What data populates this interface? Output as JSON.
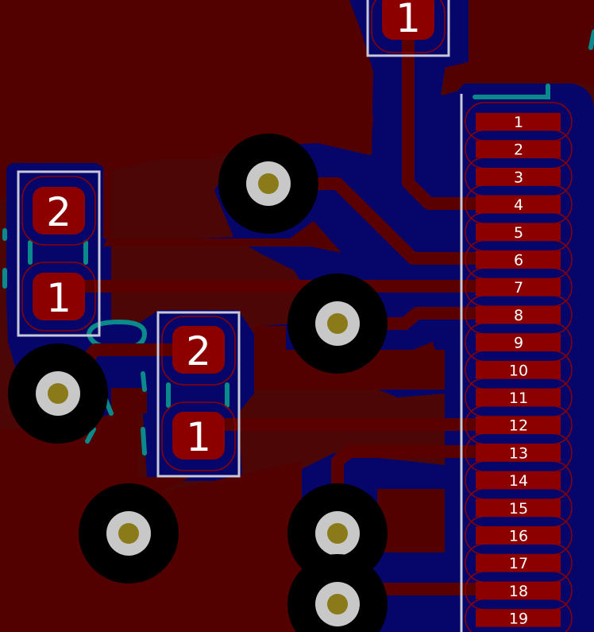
{
  "colors": {
    "background": "#4a0505",
    "copper_pour": "#520000",
    "clearance": "#06066a",
    "track": "#5a0000",
    "pad": "#8c0000",
    "silkscreen": "#c8c8d8",
    "courtyard": "#0a8a8a",
    "via_ring": "#000000",
    "drill_ring": "#c8c8c8",
    "drill_hole": "#8b7a1a",
    "label_text": "#ffffff"
  },
  "connectors": {
    "top": {
      "pads": [
        "1"
      ]
    },
    "left": {
      "pads": [
        "2",
        "1"
      ]
    },
    "middle": {
      "pads": [
        "2",
        "1"
      ]
    }
  },
  "header_pins": [
    "1",
    "2",
    "3",
    "4",
    "5",
    "6",
    "7",
    "8",
    "9",
    "10",
    "11",
    "12",
    "13",
    "14",
    "15",
    "16",
    "17",
    "18",
    "19"
  ]
}
